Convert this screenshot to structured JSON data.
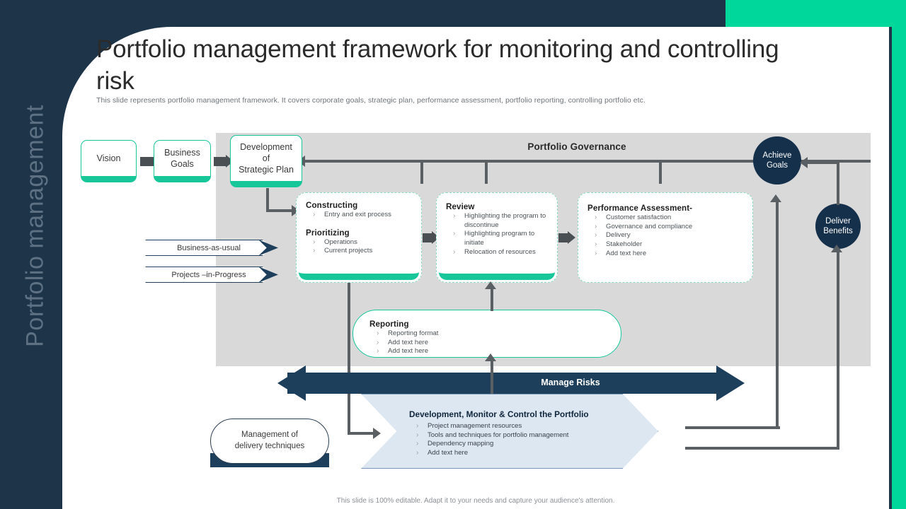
{
  "slide": {
    "title": "Portfolio management framework for monitoring and controlling risk",
    "subtitle": "This slide represents portfolio management framework. It covers corporate goals, strategic plan, performance assessment, portfolio reporting, controlling portfolio etc.",
    "side_label": "Portfolio management",
    "footer": "This slide is 100% editable. Adapt it to your needs and capture your audience's attention."
  },
  "colors": {
    "navy": "#1d3449",
    "teal": "#00d79a",
    "teal_border": "#17c79a",
    "panel_grey": "#d9d9d9",
    "chevron_blue": "#dce7f2",
    "circle_navy": "#15304b",
    "connector_grey": "#5a5f63"
  },
  "governance": {
    "title": "Portfolio Governance"
  },
  "flow_boxes": [
    {
      "id": "vision",
      "label": "Vision"
    },
    {
      "id": "goals",
      "label": "Business\nGoals"
    },
    {
      "id": "strategic",
      "label": "Development\nof\nStrategic Plan"
    }
  ],
  "flow_labels": {
    "vision": "Vision",
    "goals_line1": "Business",
    "goals_line2": "Goals",
    "strategic_line1": "Development",
    "strategic_line2": "of",
    "strategic_line3": "Strategic Plan"
  },
  "banners": [
    {
      "id": "business-as-usual",
      "label": "Business-as-usual"
    },
    {
      "id": "projects-in-progress",
      "label": "Projects –in-Progress"
    }
  ],
  "banner_labels": {
    "bau": "Business-as-usual",
    "pip": "Projects –in-Progress"
  },
  "constructing": {
    "heading1": "Constructing",
    "bullets1": [
      "Entry and exit process"
    ],
    "heading2": "Prioritizing",
    "bullets2": [
      "Operations",
      "Current projects"
    ]
  },
  "review": {
    "heading": "Review",
    "bullets": [
      "Highlighting the program to discontinue",
      "Highlighting program to initiate",
      "Relocation of resources"
    ]
  },
  "performance": {
    "heading": "Performance Assessment-",
    "bullets": [
      "Customer satisfaction",
      "Governance and compliance",
      "Delivery",
      "Stakeholder",
      "Add text here"
    ]
  },
  "reporting": {
    "heading": "Reporting",
    "bullets": [
      "Reporting format",
      "Add text here",
      "Add text here"
    ]
  },
  "circles": {
    "achieve_line1": "Achieve",
    "achieve_line2": "Goals",
    "deliver_line1": "Deliver",
    "deliver_line2": "Benefits"
  },
  "manage_risks": {
    "label": "Manage Risks"
  },
  "development_chevron": {
    "heading": "Development, Monitor & Control the Portfolio",
    "bullets": [
      "Project management resources",
      "Tools and techniques for portfolio management",
      "Dependency mapping",
      "Add text here"
    ]
  },
  "delivery_techniques": {
    "line1": "Management of",
    "line2": "delivery techniques"
  }
}
